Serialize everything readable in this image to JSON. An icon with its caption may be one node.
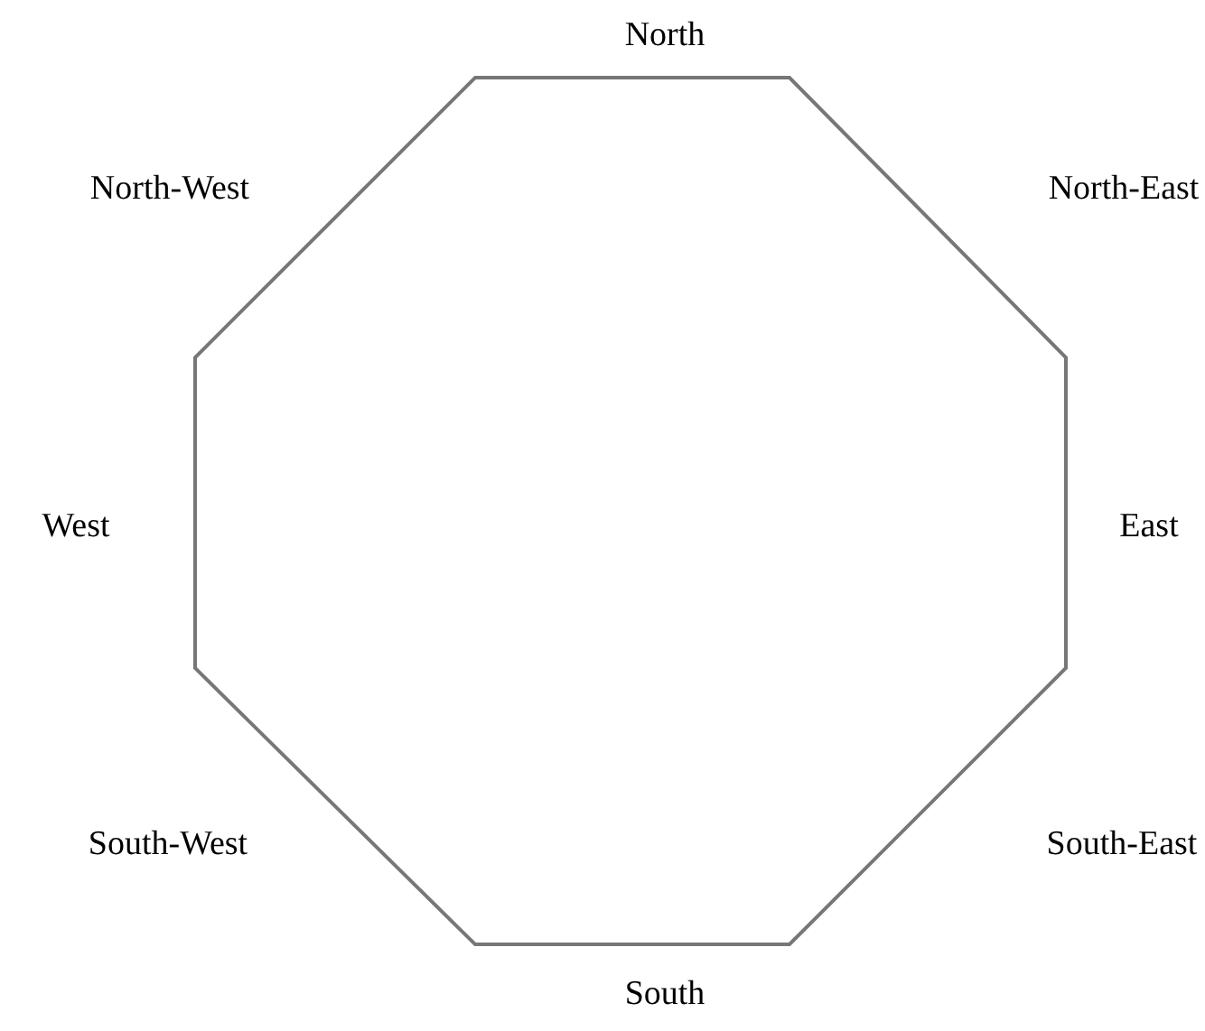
{
  "diagram": {
    "labels": [
      "North",
      "North-West",
      "North-East",
      "West",
      "East",
      "South-West",
      "South-East",
      "South"
    ]
  }
}
